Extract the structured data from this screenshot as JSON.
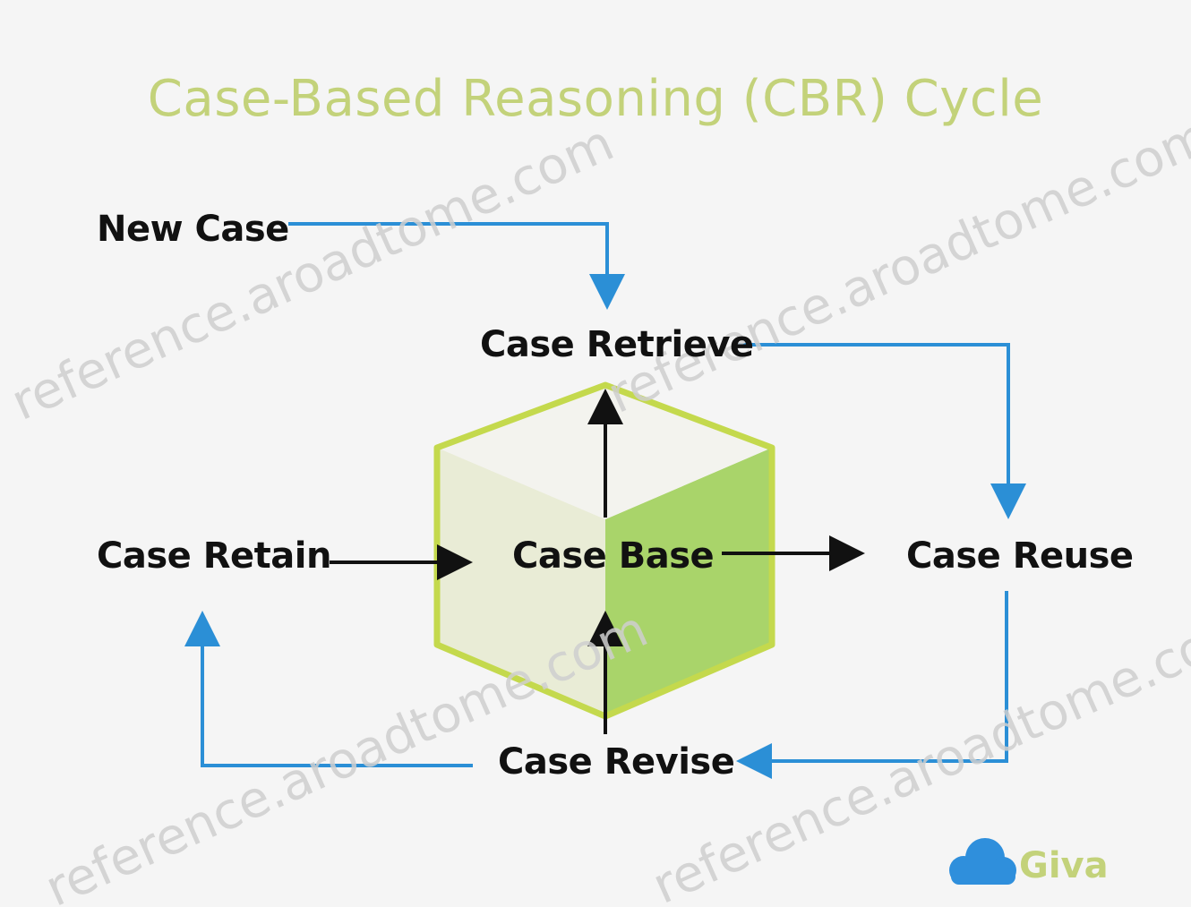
{
  "title": "Case-Based Reasoning (CBR) Cycle",
  "nodes": {
    "new_case": "New Case",
    "case_retrieve": "Case Retrieve",
    "case_retain": "Case Retain",
    "case_base": "Case Base",
    "case_reuse": "Case Reuse",
    "case_revise": "Case Revise"
  },
  "watermark": "reference.aroadtome.com",
  "brand": {
    "name": "Giva",
    "icon": "cloud-icon",
    "color": "#c3d27a",
    "icon_color": "#2f8fdc"
  },
  "colors": {
    "title": "#c3d27a",
    "blue_arrow": "#2b8fd6",
    "black_arrow": "#111111",
    "cube_left_face": "#e9ecd6",
    "cube_right_face": "#a9d46a",
    "cube_top_face": "#f3f3ee",
    "cube_outline": "#c4d94d"
  }
}
